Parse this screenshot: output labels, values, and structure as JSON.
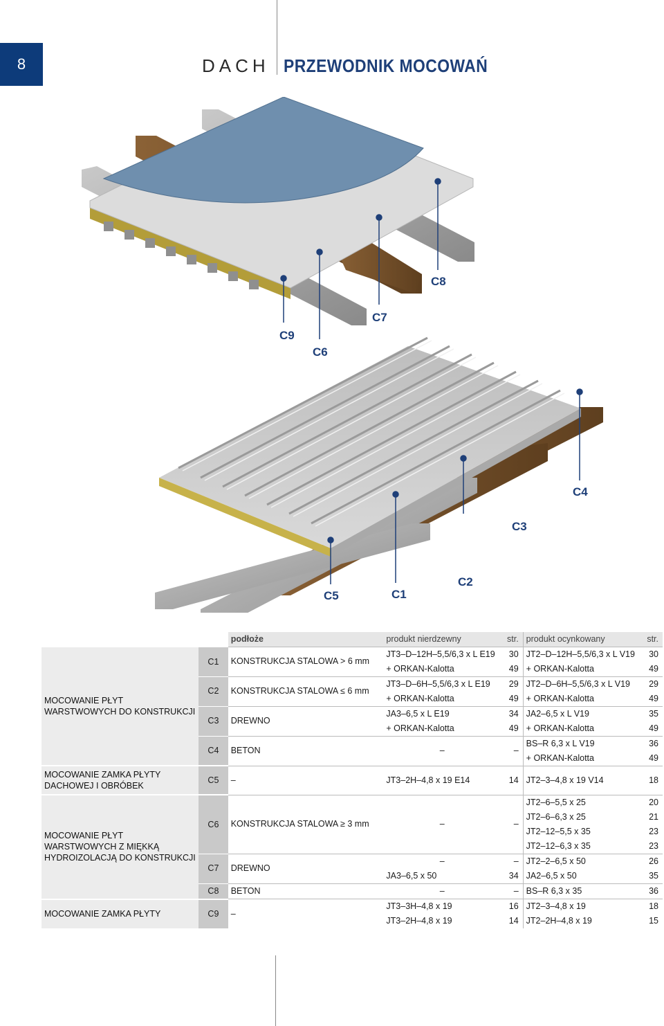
{
  "page": {
    "number": "8",
    "section": "DACH",
    "title": "PRZEWODNIK MOCOWAŃ"
  },
  "illustration": {
    "top_labels": [
      "C8",
      "C7",
      "C9",
      "C6"
    ],
    "bottom_labels": [
      "C4",
      "C3",
      "C5",
      "C1",
      "C2"
    ],
    "colors": {
      "membrane": "#6f8fae",
      "panel": "#dcdcdc",
      "insulation": "#c7b24a",
      "steel": "#9a9a9a",
      "wood": "#7a5632",
      "label": "#1e3f78",
      "pin": "#1e3f78"
    }
  },
  "table": {
    "header": {
      "substrate": "podłoże",
      "stainless": "produkt nierdzewny",
      "page": "str.",
      "galvanized": "produkt ocynkowany",
      "page2": "str."
    },
    "groups": [
      {
        "label": "MOCOWANIE PŁYT WARSTWOWYCH DO KONSTRUKCJI"
      },
      {
        "label": "MOCOWANIE ZAMKA PŁYTY DACHOWEJ I OBRÓBEK"
      },
      {
        "label": "MOCOWANIE PŁYT WARSTWOWYCH Z MIĘKKĄ HYDROIZOLACJĄ DO KONSTRUKCJI"
      },
      {
        "label": "MOCOWANIE ZAMKA PŁYTY"
      }
    ],
    "rows": [
      {
        "code": "C1",
        "substrate": "KONSTRUKCJA STALOWA > 6 mm",
        "lines": [
          {
            "stainless": "JT3–D–12H–5,5/6,3 x L E19",
            "page": "30",
            "galvanized": "JT2–D–12H–5,5/6,3 x L V19",
            "page2": "30"
          },
          {
            "stainless": "+ ORKAN-Kalotta",
            "page": "49",
            "galvanized": "+ ORKAN-Kalotta",
            "page2": "49"
          }
        ]
      },
      {
        "code": "C2",
        "substrate": "KONSTRUKCJA STALOWA ≤ 6 mm",
        "lines": [
          {
            "stainless": "JT3–D–6H–5,5/6,3 x L E19",
            "page": "29",
            "galvanized": "JT2–D–6H–5,5/6,3 x L V19",
            "page2": "29"
          },
          {
            "stainless": "+ ORKAN-Kalotta",
            "page": "49",
            "galvanized": "+ ORKAN-Kalotta",
            "page2": "49"
          }
        ]
      },
      {
        "code": "C3",
        "substrate": "DREWNO",
        "lines": [
          {
            "stainless": "JA3–6,5 x L E19",
            "page": "34",
            "galvanized": "JA2–6,5 x L V19",
            "page2": "35"
          },
          {
            "stainless": "+ ORKAN-Kalotta",
            "page": "49",
            "galvanized": "+ ORKAN-Kalotta",
            "page2": "49"
          }
        ]
      },
      {
        "code": "C4",
        "substrate": "BETON",
        "stainless": "–",
        "page": "–",
        "lines": [
          {
            "galvanized": "BS–R 6,3 x L V19",
            "page2": "36"
          },
          {
            "galvanized": "+ ORKAN-Kalotta",
            "page2": "49"
          }
        ]
      },
      {
        "code": "C5",
        "substrate": "–",
        "lines": [
          {
            "stainless": "JT3–2H–4,8 x 19 E14",
            "page": "14",
            "galvanized": "JT2–3–4,8 x 19 V14",
            "page2": "18"
          }
        ]
      },
      {
        "code": "C6",
        "substrate": "KONSTRUKCJA STALOWA ≥ 3 mm",
        "stainless": "–",
        "page": "–",
        "lines": [
          {
            "galvanized": "JT2–6–5,5 x 25",
            "page2": "20"
          },
          {
            "galvanized": "JT2–6–6,3 x 25",
            "page2": "21"
          },
          {
            "galvanized": "JT2–12–5,5 x 35",
            "page2": "23"
          },
          {
            "galvanized": "JT2–12–6,3 x 35",
            "page2": "23"
          }
        ]
      },
      {
        "code": "C7",
        "substrate": "DREWNO",
        "lines": [
          {
            "stainless": "–",
            "page": "–",
            "galvanized": "JT2–2–6,5 x 50",
            "page2": "26"
          },
          {
            "stainless": "JA3–6,5 x 50",
            "page": "34",
            "galvanized": "JA2–6,5 x 50",
            "page2": "35"
          }
        ]
      },
      {
        "code": "C8",
        "substrate": "BETON",
        "lines": [
          {
            "stainless": "–",
            "page": "–",
            "galvanized": "BS–R 6,3 x 35",
            "page2": "36"
          }
        ]
      },
      {
        "code": "C9",
        "substrate": "–",
        "lines": [
          {
            "stainless": "JT3–3H–4,8 x 19",
            "page": "16",
            "galvanized": "JT2–3–4,8 x 19",
            "page2": "18"
          },
          {
            "stainless": "JT3–2H–4,8 x 19",
            "page": "14",
            "galvanized": "JT2–2H–4,8 x 19",
            "page2": "15"
          }
        ]
      }
    ]
  }
}
